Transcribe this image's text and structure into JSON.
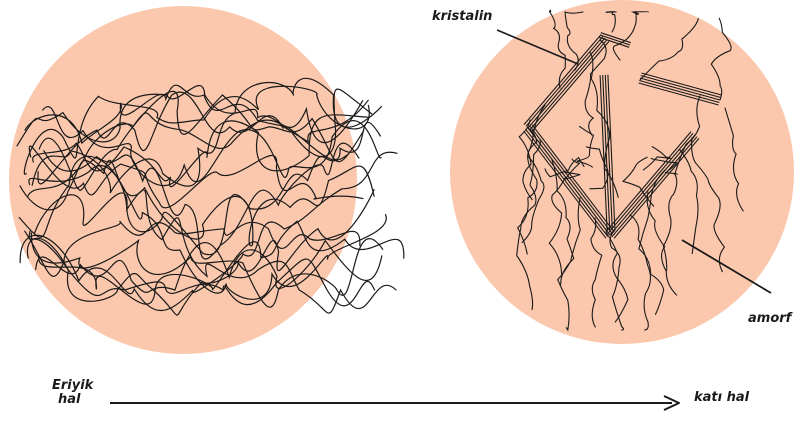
{
  "labels": {
    "kristalin": "kristalin",
    "amorf": "amorf",
    "eriyik_line1": "Eriyik",
    "eriyik_line2": "hal",
    "kati_hal": "katı hal"
  },
  "colors": {
    "circle_fill": "#fbc8ad",
    "strand": "#1a1a1a",
    "background": "#ffffff"
  }
}
